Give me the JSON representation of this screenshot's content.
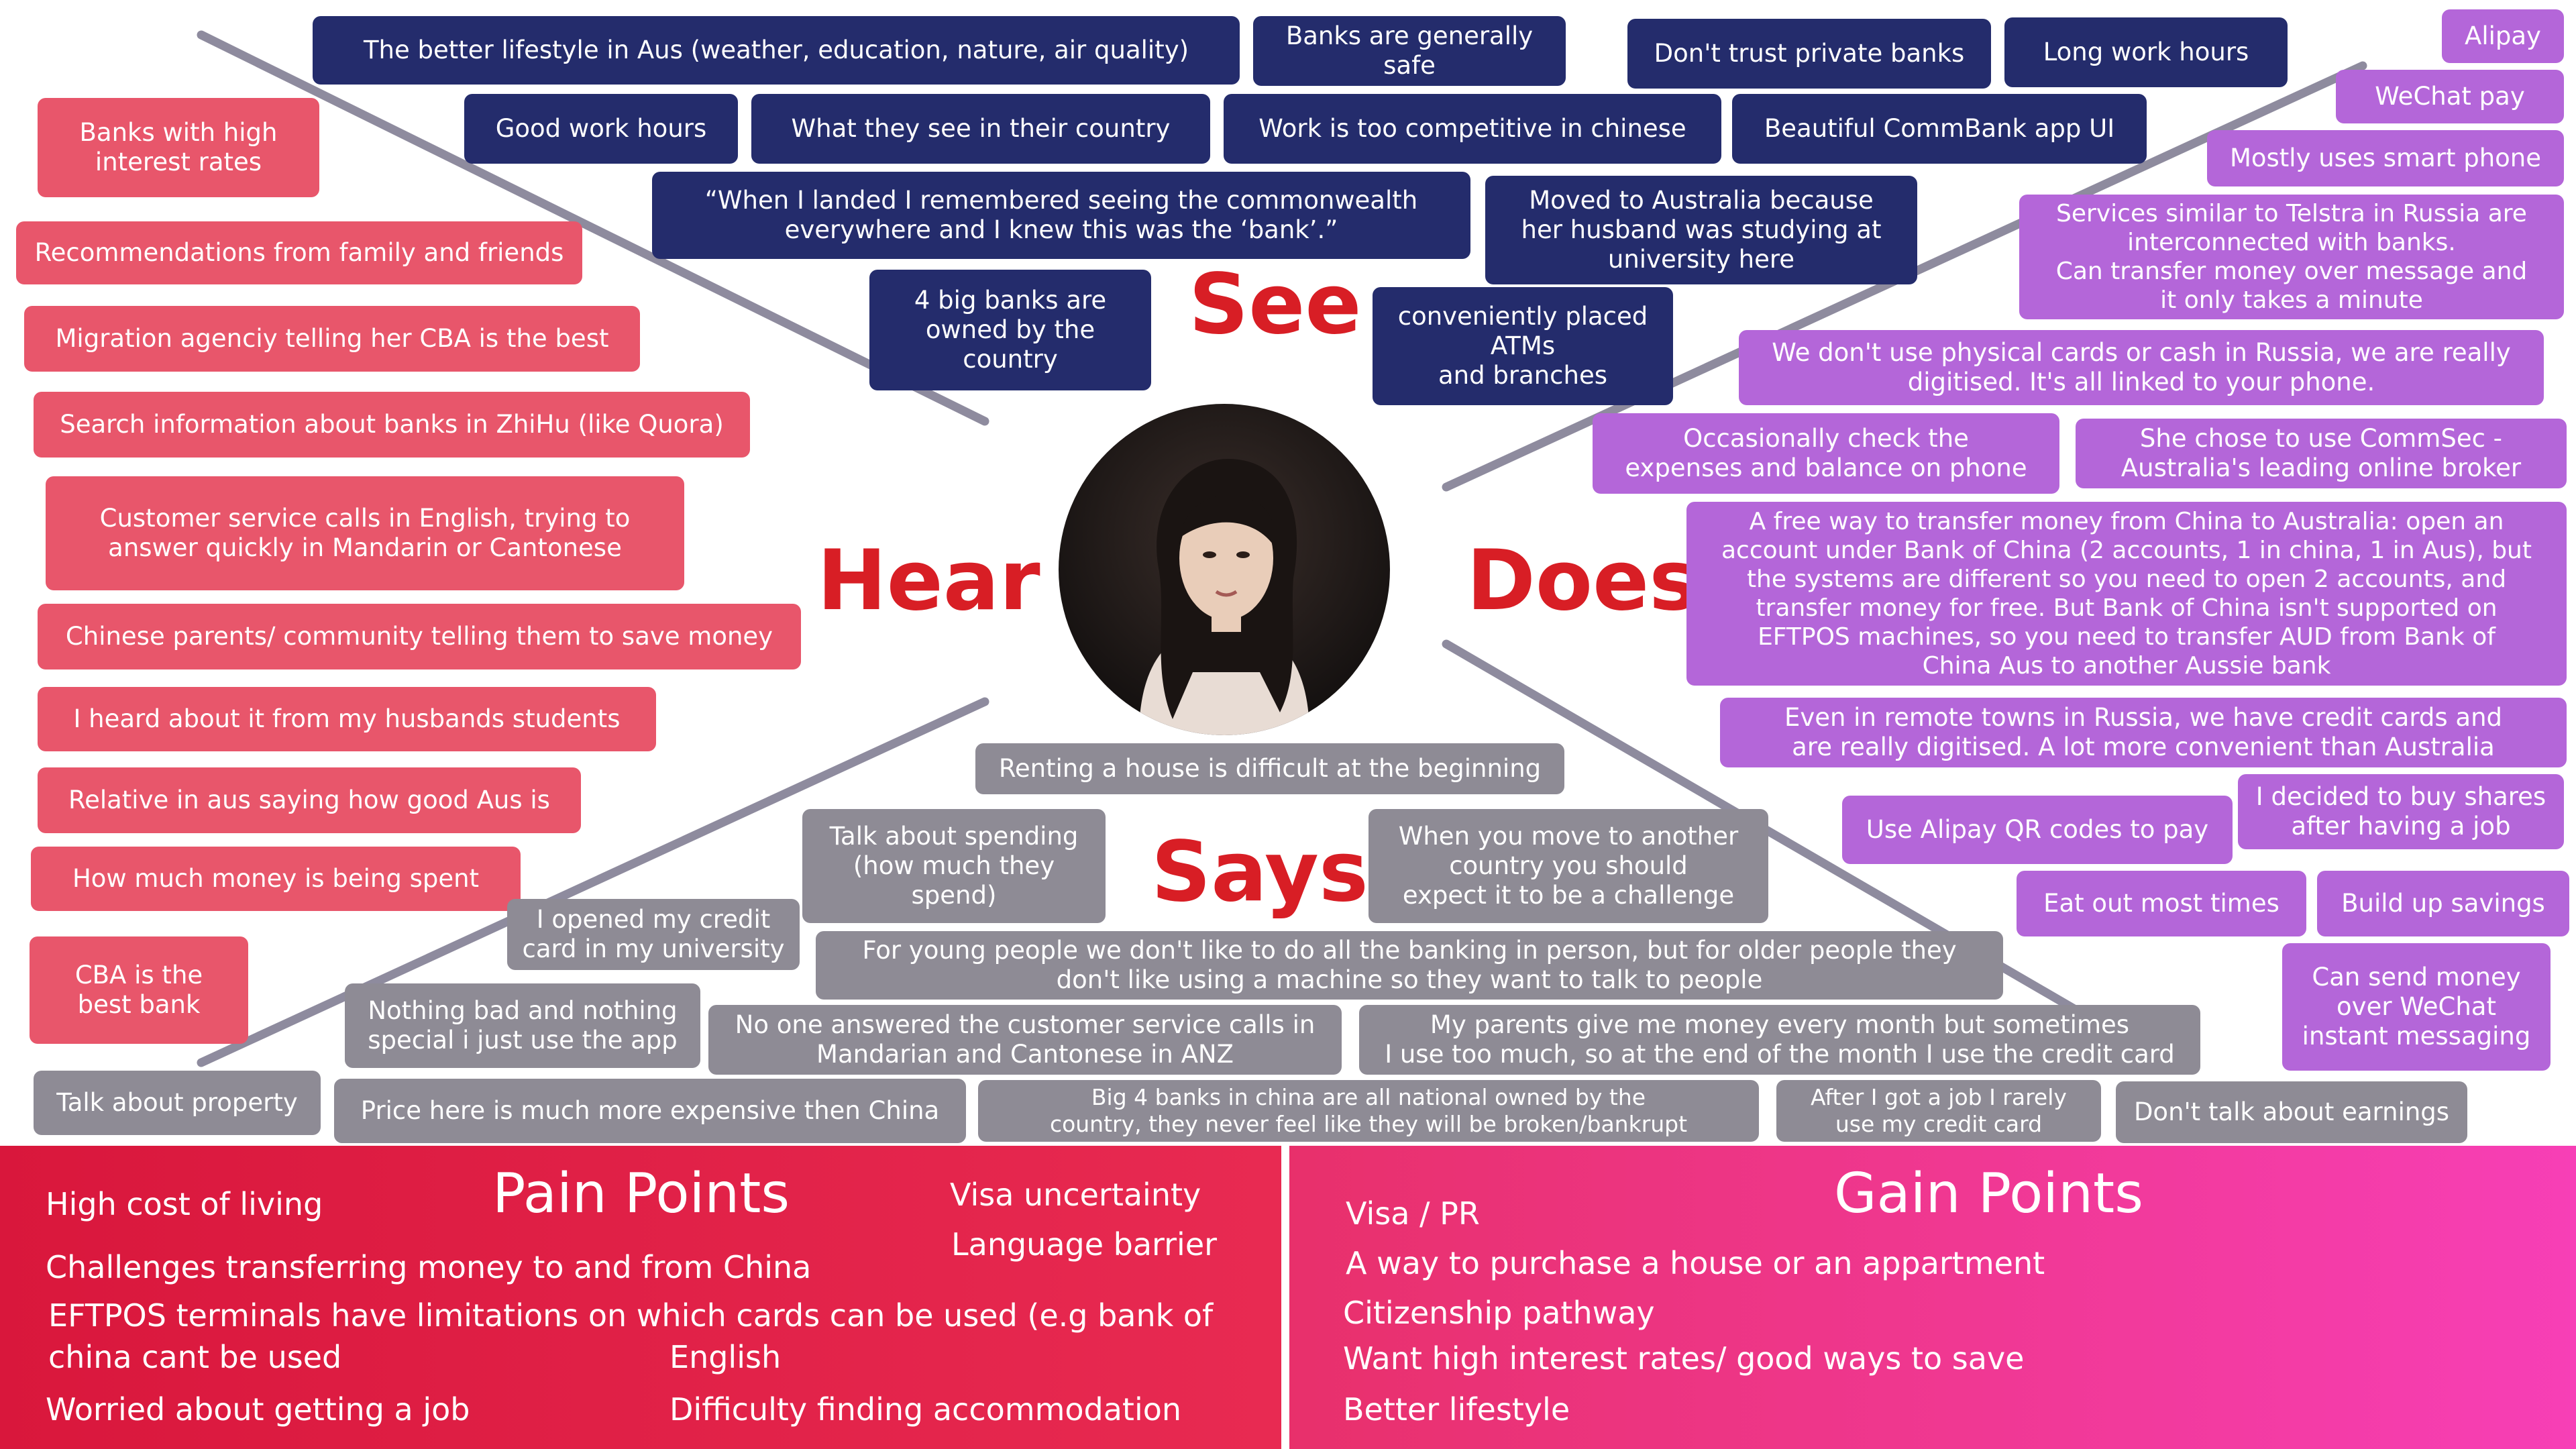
{
  "see": {
    "label": "See",
    "items": [
      "The better lifestyle in Aus (weather, education, nature, air quality)",
      "Banks are generally safe",
      "Don't trust private banks",
      "Long work hours",
      "Good work hours",
      "What they see in their country",
      "Work is too competitive in chinese",
      "Beautiful CommBank app UI",
      "“When I landed I remembered seeing the commonwealth\neverywhere and I knew this was the ‘bank’.”",
      "Moved to Australia because\nher husband was studying at\nuniversity here",
      "4 big banks are\nowned by the\ncountry",
      "conveniently placed\nATMs\nand branches"
    ]
  },
  "hear": {
    "label": "Hear",
    "items": [
      "Banks with high\ninterest rates",
      "Recommendations from family and friends",
      "Migration agenciy telling her CBA is the best",
      "Search information about banks in ZhiHu (like Quora)",
      "Customer service calls in English, trying to\nanswer quickly in Mandarin or Cantonese",
      "Chinese parents/ community telling them to save money",
      "I heard about it from my husbands students",
      "Relative in aus saying how good Aus is",
      "How much money is being spent",
      "CBA is the\nbest bank"
    ]
  },
  "does": {
    "label": "Does",
    "items": [
      "Alipay",
      "WeChat pay",
      "Mostly uses smart phone",
      "Services similar to Telstra in Russia are\ninterconnected with banks.\nCan transfer money over message and\nit only takes a minute",
      "We don't use physical cards or cash in Russia, we are really\ndigitised. It's all linked to your phone.",
      "Occasionally check the\nexpenses and balance on phone",
      "She chose to use CommSec -\nAustralia's leading online broker",
      "A free way to transfer money from China to Australia: open an\naccount under Bank of China (2 accounts, 1 in china, 1 in Aus), but\nthe systems are different so you need to open 2 accounts, and\ntransfer money for free. But Bank of China isn't supported on\nEFTPOS machines, so you need to transfer AUD from Bank of\nChina Aus to another Aussie bank",
      "Even in remote towns in Russia, we have credit cards and\nare really digitised.  A lot more convenient than Australia",
      "Use Alipay QR codes to pay",
      "I decided to buy shares\nafter having a job",
      "Eat out most times",
      "Build up savings",
      "Can send money\nover WeChat\ninstant messaging"
    ]
  },
  "says": {
    "label": "Says",
    "items": [
      "Renting a house is difficult at the beginning",
      "Talk about spending\n(how much they\nspend)",
      "When you move to another\ncountry you should\nexpect it to be a challenge",
      "I opened my credit\ncard in my university",
      "For young people we don't like to do all the banking in person, but for older people they\ndon't like using a machine so they want to talk to people",
      "Nothing bad and nothing\nspecial i just use the app",
      "No one answered the customer service calls in\nMandarian and Cantonese in ANZ",
      "My parents give me money every month but sometimes\nI use too much, so at the end of the month I use the credit card",
      "Talk about property",
      "Price here is much more expensive then China",
      "Big 4 banks in china are all national owned by the\ncountry, they never feel like they will be broken/bankrupt",
      "After I got a job I rarely\nuse my credit card",
      "Don't talk about earnings"
    ]
  },
  "pain": {
    "title": "Pain Points",
    "items": [
      "High cost of living",
      "Visa uncertainty",
      "Language barrier",
      "Challenges transferring money to and from China",
      "EFTPOS terminals have limitations on which cards can be used (e.g bank of",
      "china cant be used",
      "English",
      "Worried about getting a job",
      "Difficulty finding accommodation"
    ]
  },
  "gain": {
    "title": "Gain Points",
    "items": [
      "Visa / PR",
      "A way to purchase a house or an appartment",
      "Citizenship pathway",
      "Want high interest rates/ good ways to save",
      "Better lifestyle"
    ]
  },
  "colors": {
    "see": "#242c6c",
    "hear": "#e8566b",
    "does": "#b466d9",
    "says": "#8e8b95",
    "quadrant_label": "#d81e25",
    "divider": "#8e8b9e"
  },
  "persona": {
    "image": "persona-photo"
  }
}
